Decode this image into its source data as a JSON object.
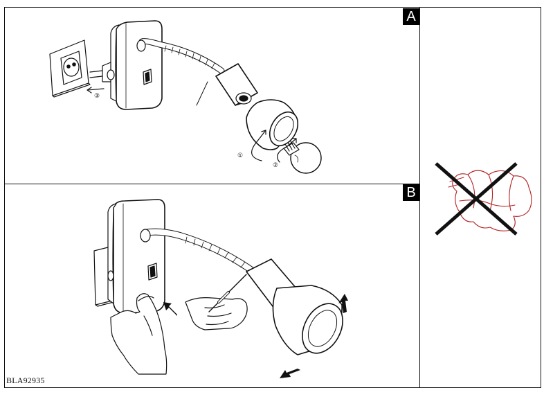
{
  "panels": {
    "a": {
      "letter": "A"
    },
    "b": {
      "letter": "B"
    }
  },
  "document": {
    "code": "BLA92935"
  },
  "step_markers": [
    "①",
    "②",
    "③"
  ],
  "warning": {
    "symbol": "cross-out-cloth-icon",
    "cross_color": "#111111",
    "cloth_color": "#b32020"
  }
}
